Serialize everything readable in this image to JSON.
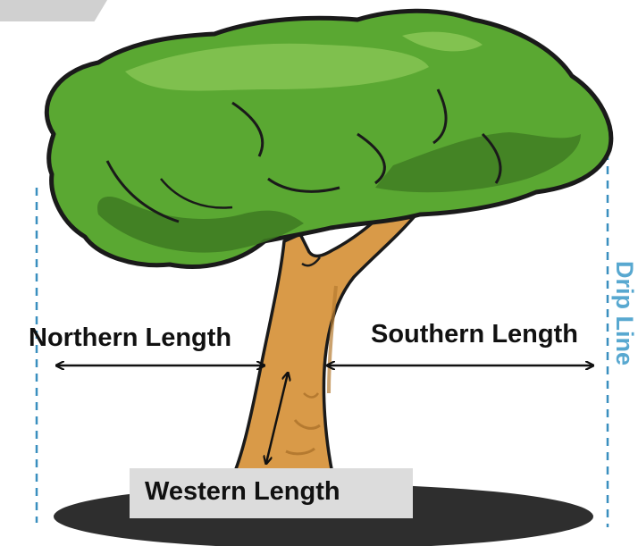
{
  "labels": {
    "northern": "Northern Length",
    "southern": "Southern Length",
    "western": "Western Length",
    "drip_line": "Drip Line"
  },
  "colors": {
    "canopy": "#5aa832",
    "canopy_dark": "#3e7a22",
    "canopy_highlight": "#8cc858",
    "trunk": "#d99a48",
    "trunk_shade": "#b57a30",
    "outline": "#1a1a1a",
    "shadow": "#2e2e2e",
    "drip_line": "#3a8fbf",
    "label_box": "#dcdcdc"
  },
  "icons": {
    "tree": "tree-illustration",
    "arrows": "double-headed-arrow"
  }
}
